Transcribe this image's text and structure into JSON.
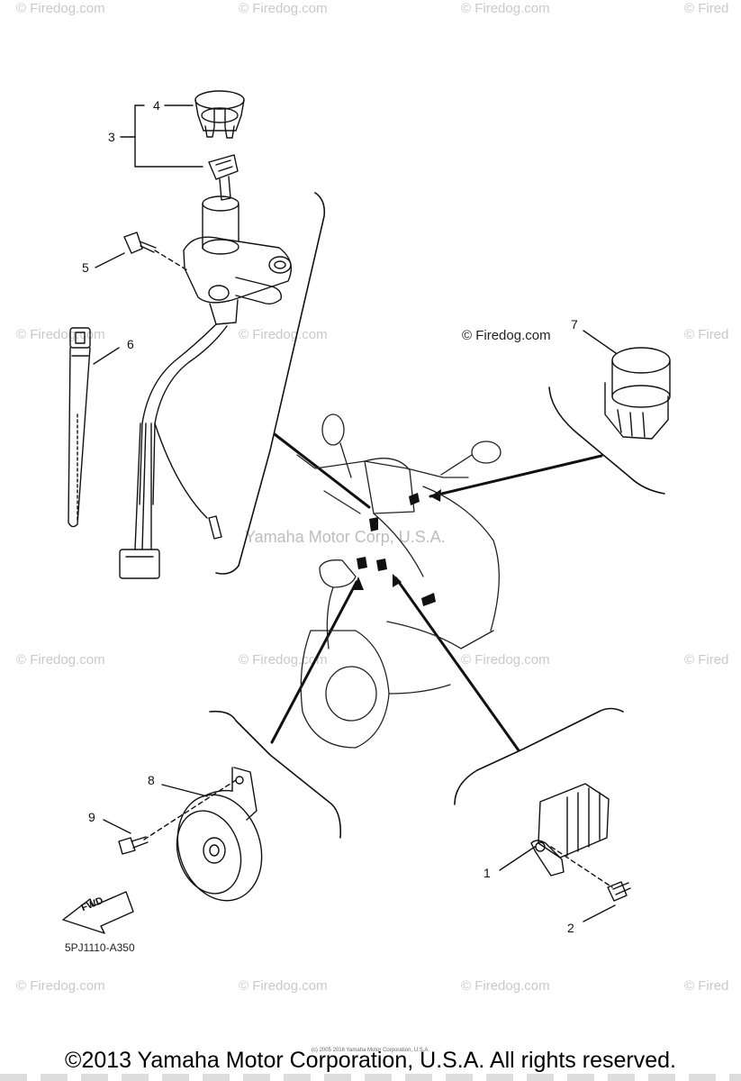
{
  "watermark": "© Firedog.com",
  "watermark_partial": "© Fired",
  "brand_watermark": "Yamaha Motor Corp, U.S.A.",
  "firedog_label": "© Firedog.com",
  "callouts": [
    "1",
    "2",
    "3",
    "4",
    "5",
    "6",
    "7",
    "8",
    "9"
  ],
  "fwd_label": "FWD",
  "part_code": "5PJ1110-A350",
  "copyright": "©2013 Yamaha Motor Corporation, U.S.A. All rights reserved.",
  "tiny_copyright": "(c) 2005 2016 Yamaha Motor Corporation, U.S.A."
}
